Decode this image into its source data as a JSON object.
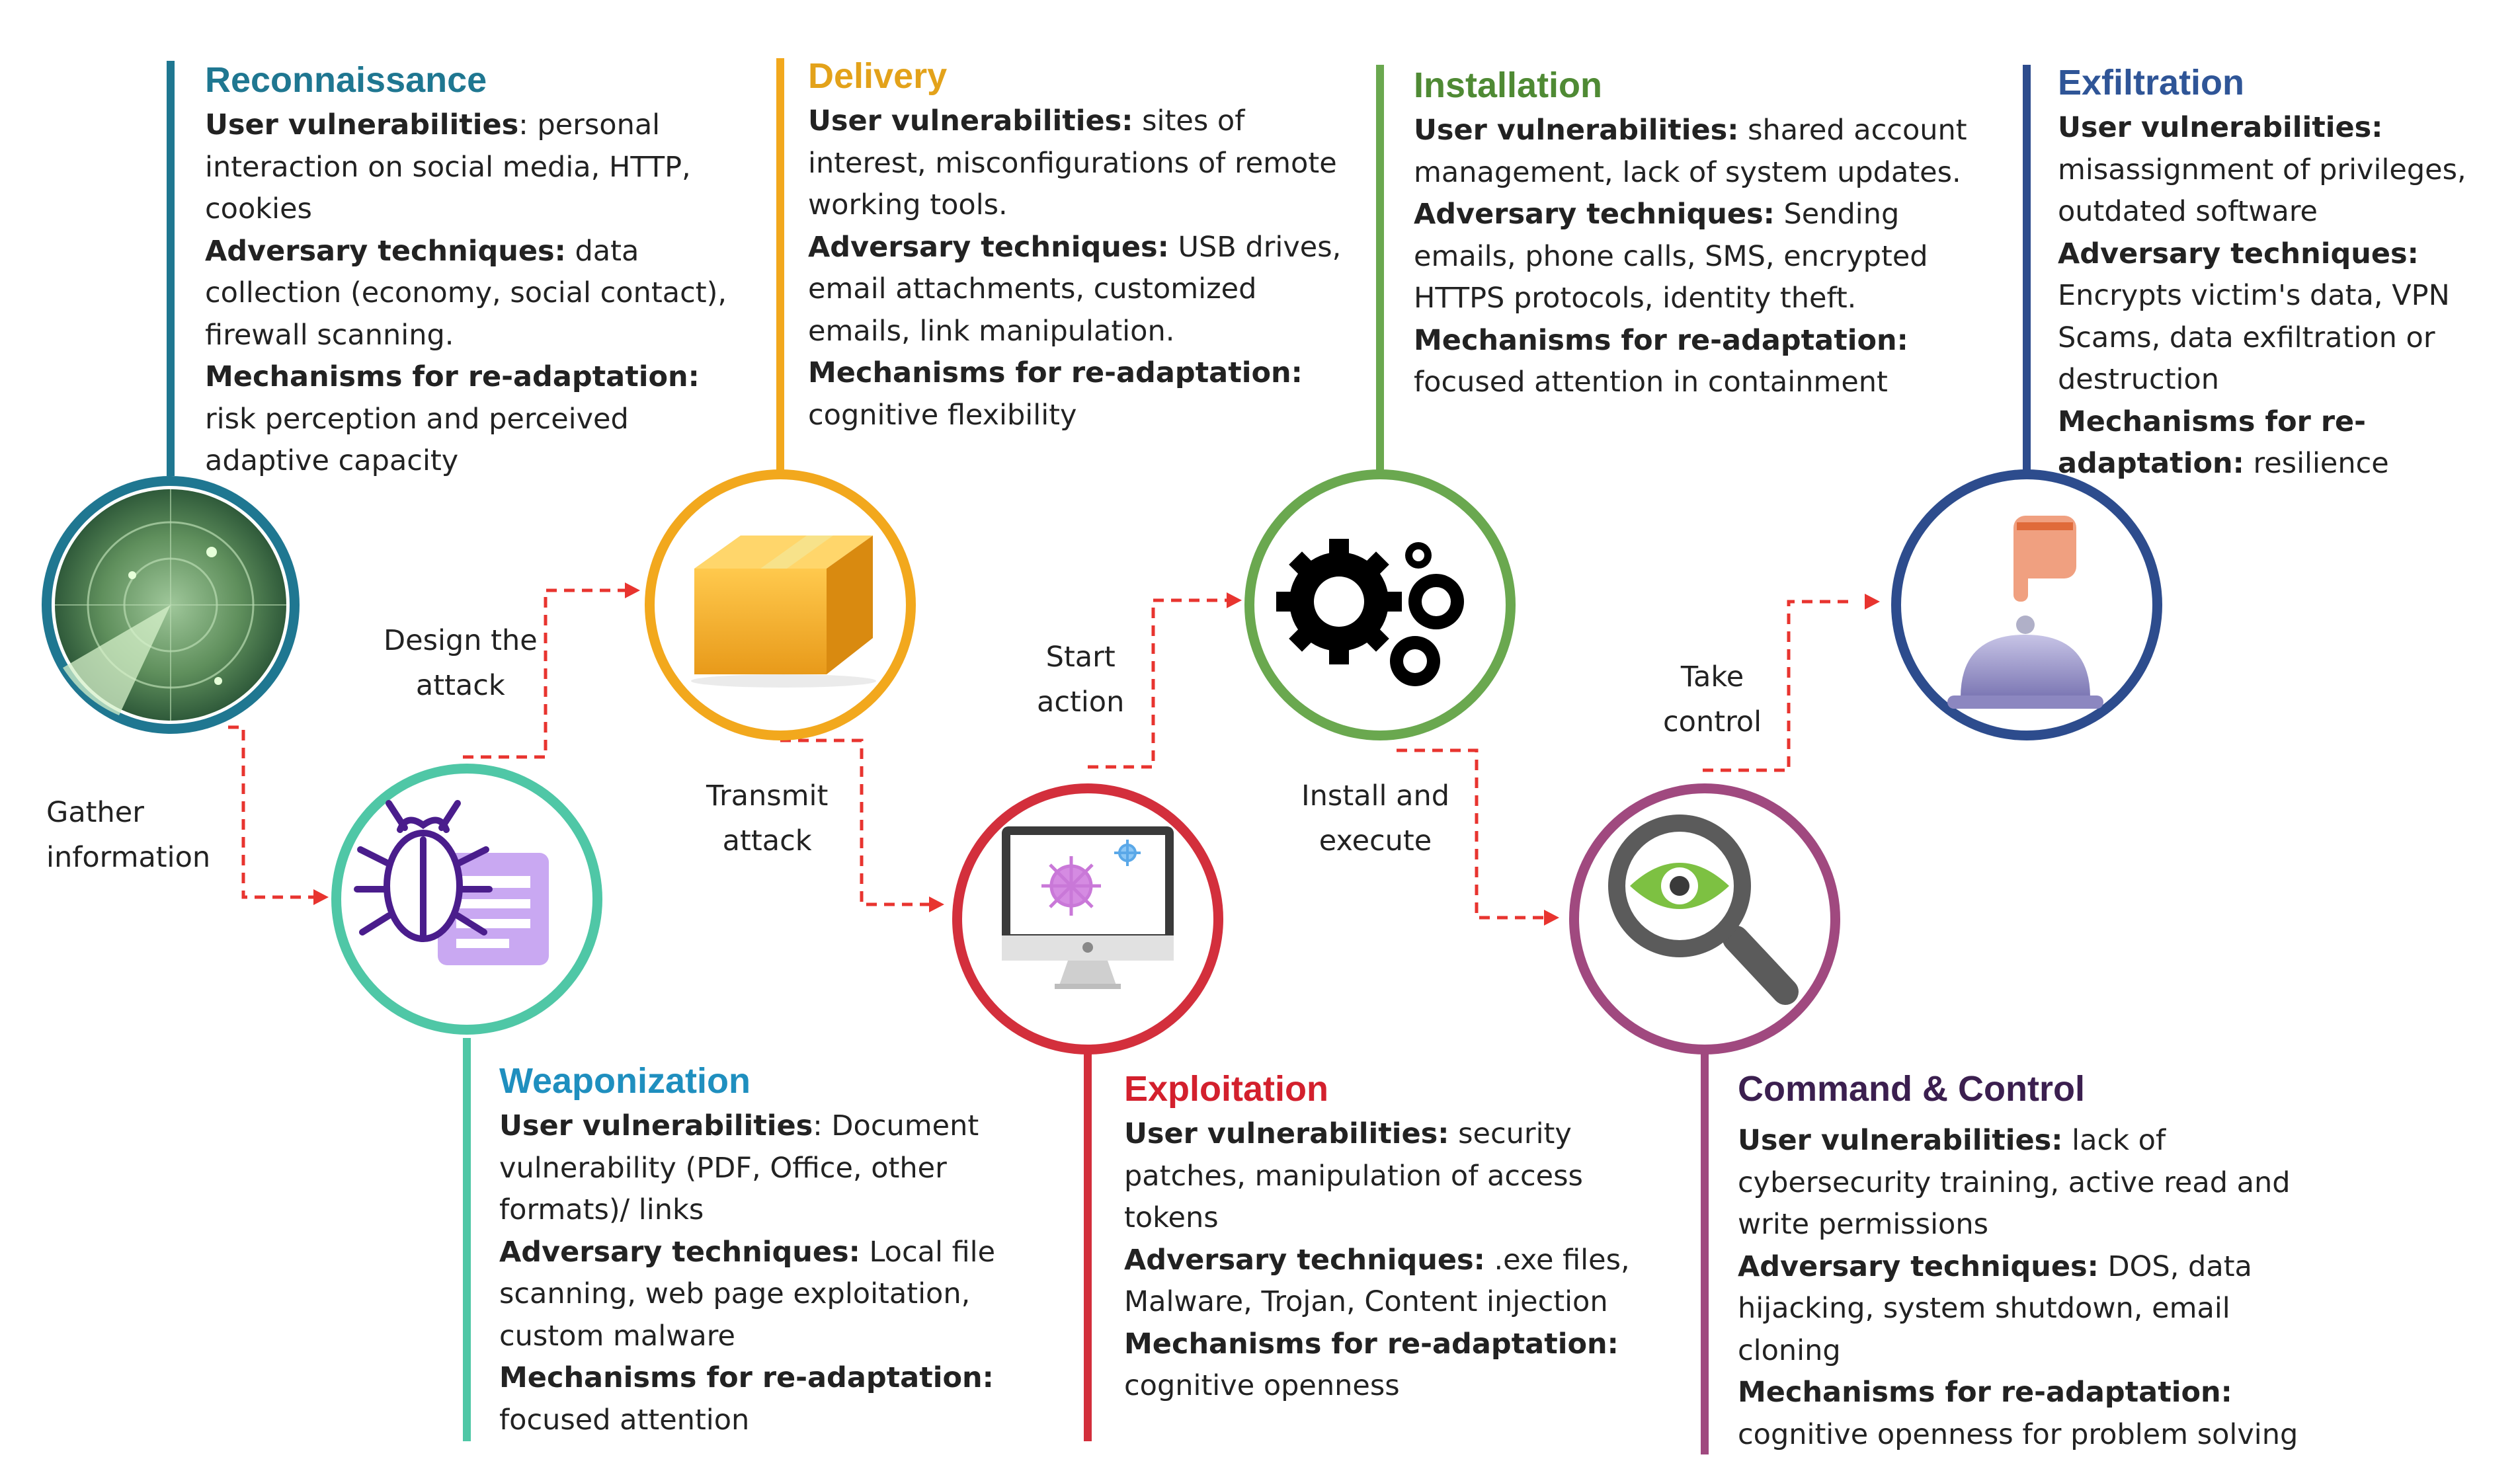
{
  "colors": {
    "reconnaissance": "#1f7791",
    "weaponization": "#4fc7a6",
    "delivery": "#f2a81d",
    "exploitation": "#d32f3c",
    "installation": "#6aa84f",
    "command_control": "#a0497f",
    "exfiltration": "#2d4c8d",
    "arrow": "#e8342f"
  },
  "stages": [
    {
      "id": "reconnaissance",
      "title": "Reconnaissance",
      "title_color": "#1f7791",
      "icon": "radar-icon",
      "lines": [
        {
          "k": "User vulnerabilities",
          "v": ": personal interaction on social media, HTTP, cookies"
        },
        {
          "k": "Adversary techniques:",
          "v": " data collection (economy, social contact), firewall scanning."
        },
        {
          "k": "Mechanisms for re-adaptation:",
          "v": " risk perception and perceived adaptive capacity"
        }
      ]
    },
    {
      "id": "weaponization",
      "title": "Weaponization",
      "title_color": "#1f8fbf",
      "icon": "bug-document-icon",
      "lines": [
        {
          "k": "User vulnerabilities",
          "v": ": Document vulnerability (PDF, Office, other formats)/ links"
        },
        {
          "k": "Adversary techniques:",
          "v": " Local file scanning, web page exploitation, custom malware"
        },
        {
          "k": "Mechanisms for re-adaptation:",
          "v": " focused attention"
        }
      ]
    },
    {
      "id": "delivery",
      "title": "Delivery",
      "title_color": "#e3a21a",
      "icon": "package-box-icon",
      "lines": [
        {
          "k": "User vulnerabilities:",
          "v": " sites of interest, misconfigurations of remote working tools."
        },
        {
          "k": "Adversary techniques:",
          "v": " USB drives, email attachments, customized emails, link manipulation."
        },
        {
          "k": "Mechanisms for re-adaptation:",
          "v": " cognitive flexibility"
        }
      ]
    },
    {
      "id": "exploitation",
      "title": "Exploitation",
      "title_color": "#d3202d",
      "icon": "infected-computer-icon",
      "lines": [
        {
          "k": "User vulnerabilities:",
          "v": " security patches, manipulation of access tokens"
        },
        {
          "k": "Adversary techniques:",
          "v": " .exe files, Malware, Trojan, Content injection"
        },
        {
          "k": "Mechanisms for re-adaptation:",
          "v": " cognitive openness"
        }
      ]
    },
    {
      "id": "installation",
      "title": "Installation",
      "title_color": "#4f8a34",
      "icon": "gears-icon",
      "lines": [
        {
          "k": "User vulnerabilities:",
          "v": " shared account management, lack of system updates."
        },
        {
          "k": "Adversary techniques:",
          "v": " Sending emails, phone calls, SMS, encrypted HTTPS protocols, identity theft."
        },
        {
          "k": "Mechanisms for re-adaptation:",
          "v": " focused attention in containment"
        }
      ]
    },
    {
      "id": "command_control",
      "title": "Command & Control",
      "title_color": "#3b1f4f",
      "icon": "magnifier-eye-icon",
      "lines": [
        {
          "k": "User vulnerabilities:",
          "v": " lack of cybersecurity training, active read and write permissions"
        },
        {
          "k": "Adversary techniques:",
          "v": " DOS, data hijacking, system shutdown, email cloning"
        },
        {
          "k": "Mechanisms for re-adaptation:",
          "v": " cognitive openness for problem solving"
        }
      ]
    },
    {
      "id": "exfiltration",
      "title": "Exfiltration",
      "title_color": "#2f5597",
      "icon": "service-bell-icon",
      "lines": [
        {
          "k": "User vulnerabilities:",
          "v": " misassignment of privileges, outdated software"
        },
        {
          "k": "Adversary techniques:",
          "v": " Encrypts victim's data, VPN Scams, data exfiltration or destruction"
        },
        {
          "k": "Mechanisms for re-adaptation:",
          "v": " resilience"
        }
      ]
    }
  ],
  "flows": [
    {
      "id": "gather",
      "lines": [
        "Gather",
        "information"
      ]
    },
    {
      "id": "design",
      "lines": [
        "Design the",
        "attack"
      ]
    },
    {
      "id": "transmit",
      "lines": [
        "Transmit",
        "attack"
      ]
    },
    {
      "id": "start",
      "lines": [
        "Start",
        "action"
      ]
    },
    {
      "id": "install",
      "lines": [
        "Install and",
        "execute"
      ]
    },
    {
      "id": "take",
      "lines": [
        "Take",
        "control"
      ]
    }
  ]
}
